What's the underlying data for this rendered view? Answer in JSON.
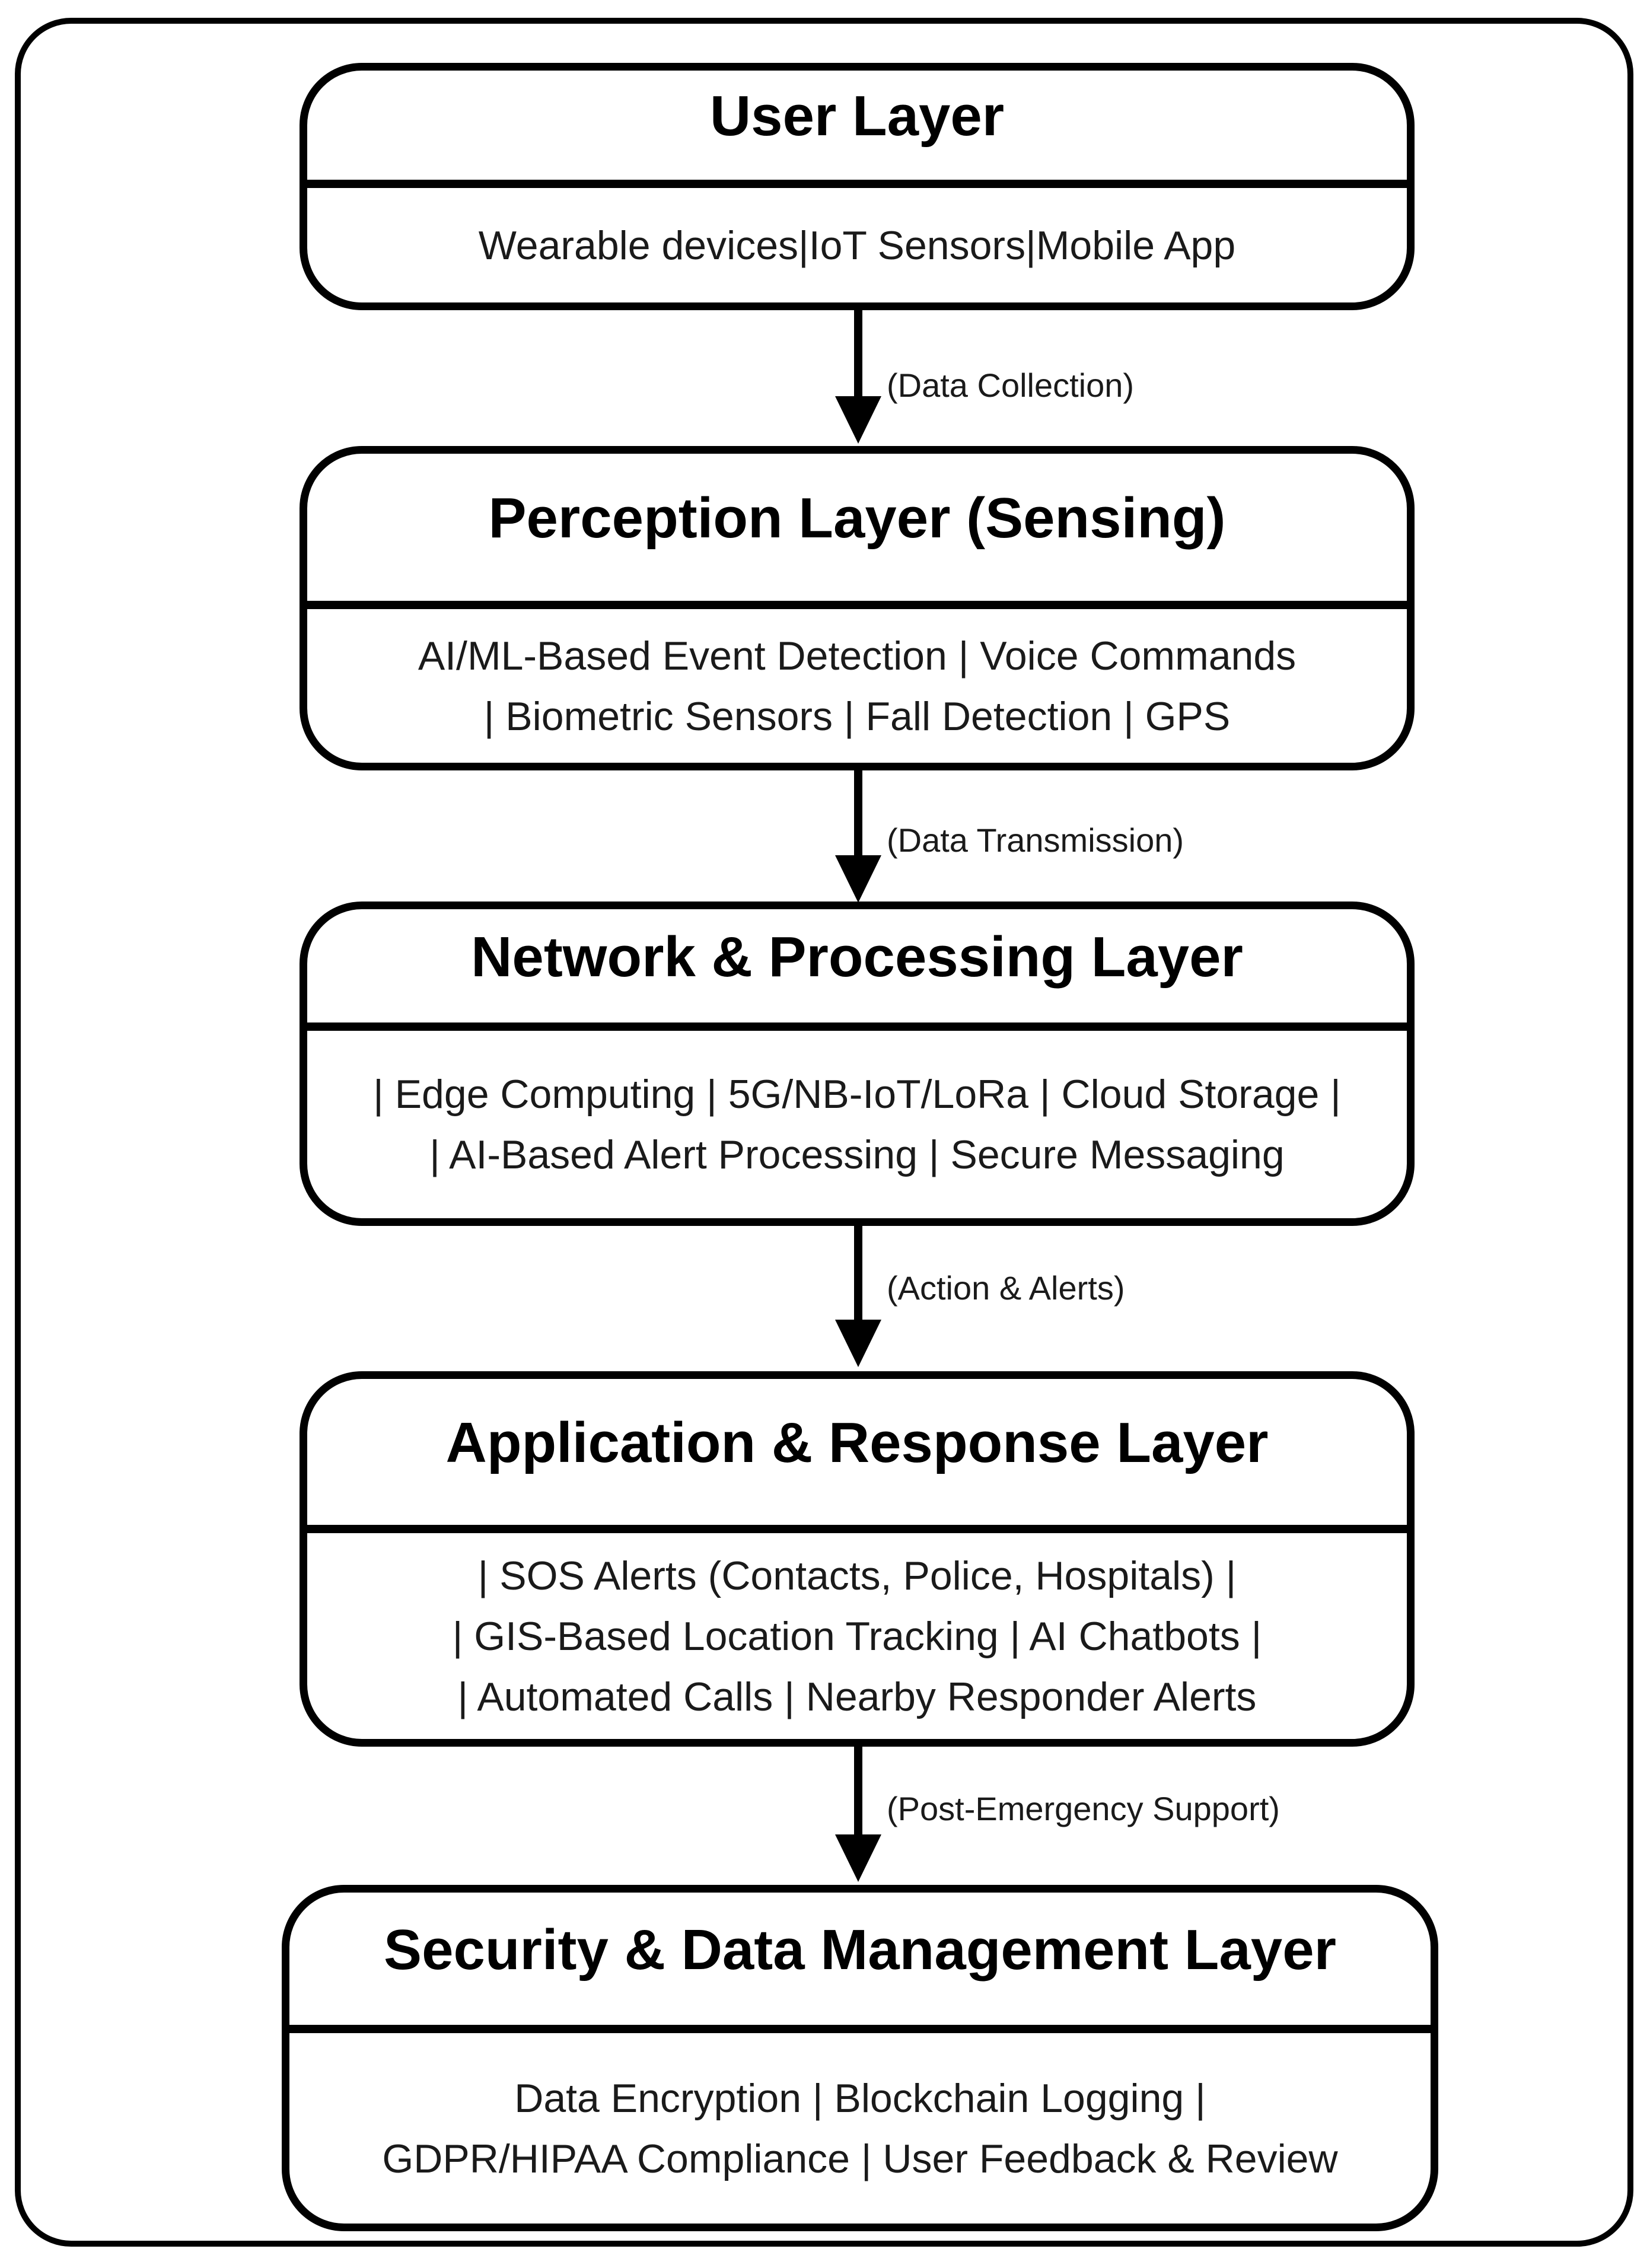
{
  "diagram": {
    "colors": {
      "stroke": "#000000",
      "background": "#ffffff",
      "text": "#000000"
    },
    "layers": [
      {
        "title": "User Layer",
        "body_lines": [
          "Wearable devices|IoT Sensors|Mobile App"
        ]
      },
      {
        "title": "Perception Layer (Sensing)",
        "body_lines": [
          "AI/ML-Based Event Detection | Voice Commands",
          "| Biometric Sensors | Fall Detection | GPS"
        ]
      },
      {
        "title": "Network & Processing Layer",
        "body_lines": [
          "| Edge Computing | 5G/NB-IoT/LoRa | Cloud Storage |",
          "| AI-Based Alert Processing | Secure Messaging"
        ]
      },
      {
        "title": "Application & Response Layer",
        "body_lines": [
          "| SOS Alerts (Contacts, Police, Hospitals) |",
          "| GIS-Based Location Tracking | AI Chatbots |",
          "| Automated Calls | Nearby Responder Alerts"
        ]
      },
      {
        "title": "Security & Data Management Layer",
        "body_lines": [
          "Data Encryption | Blockchain Logging |",
          "GDPR/HIPAA Compliance | User Feedback & Review"
        ]
      }
    ],
    "arrows": [
      {
        "label": "(Data Collection)"
      },
      {
        "label": "(Data Transmission)"
      },
      {
        "label": "(Action & Alerts)"
      },
      {
        "label": "(Post-Emergency Support)"
      }
    ]
  }
}
